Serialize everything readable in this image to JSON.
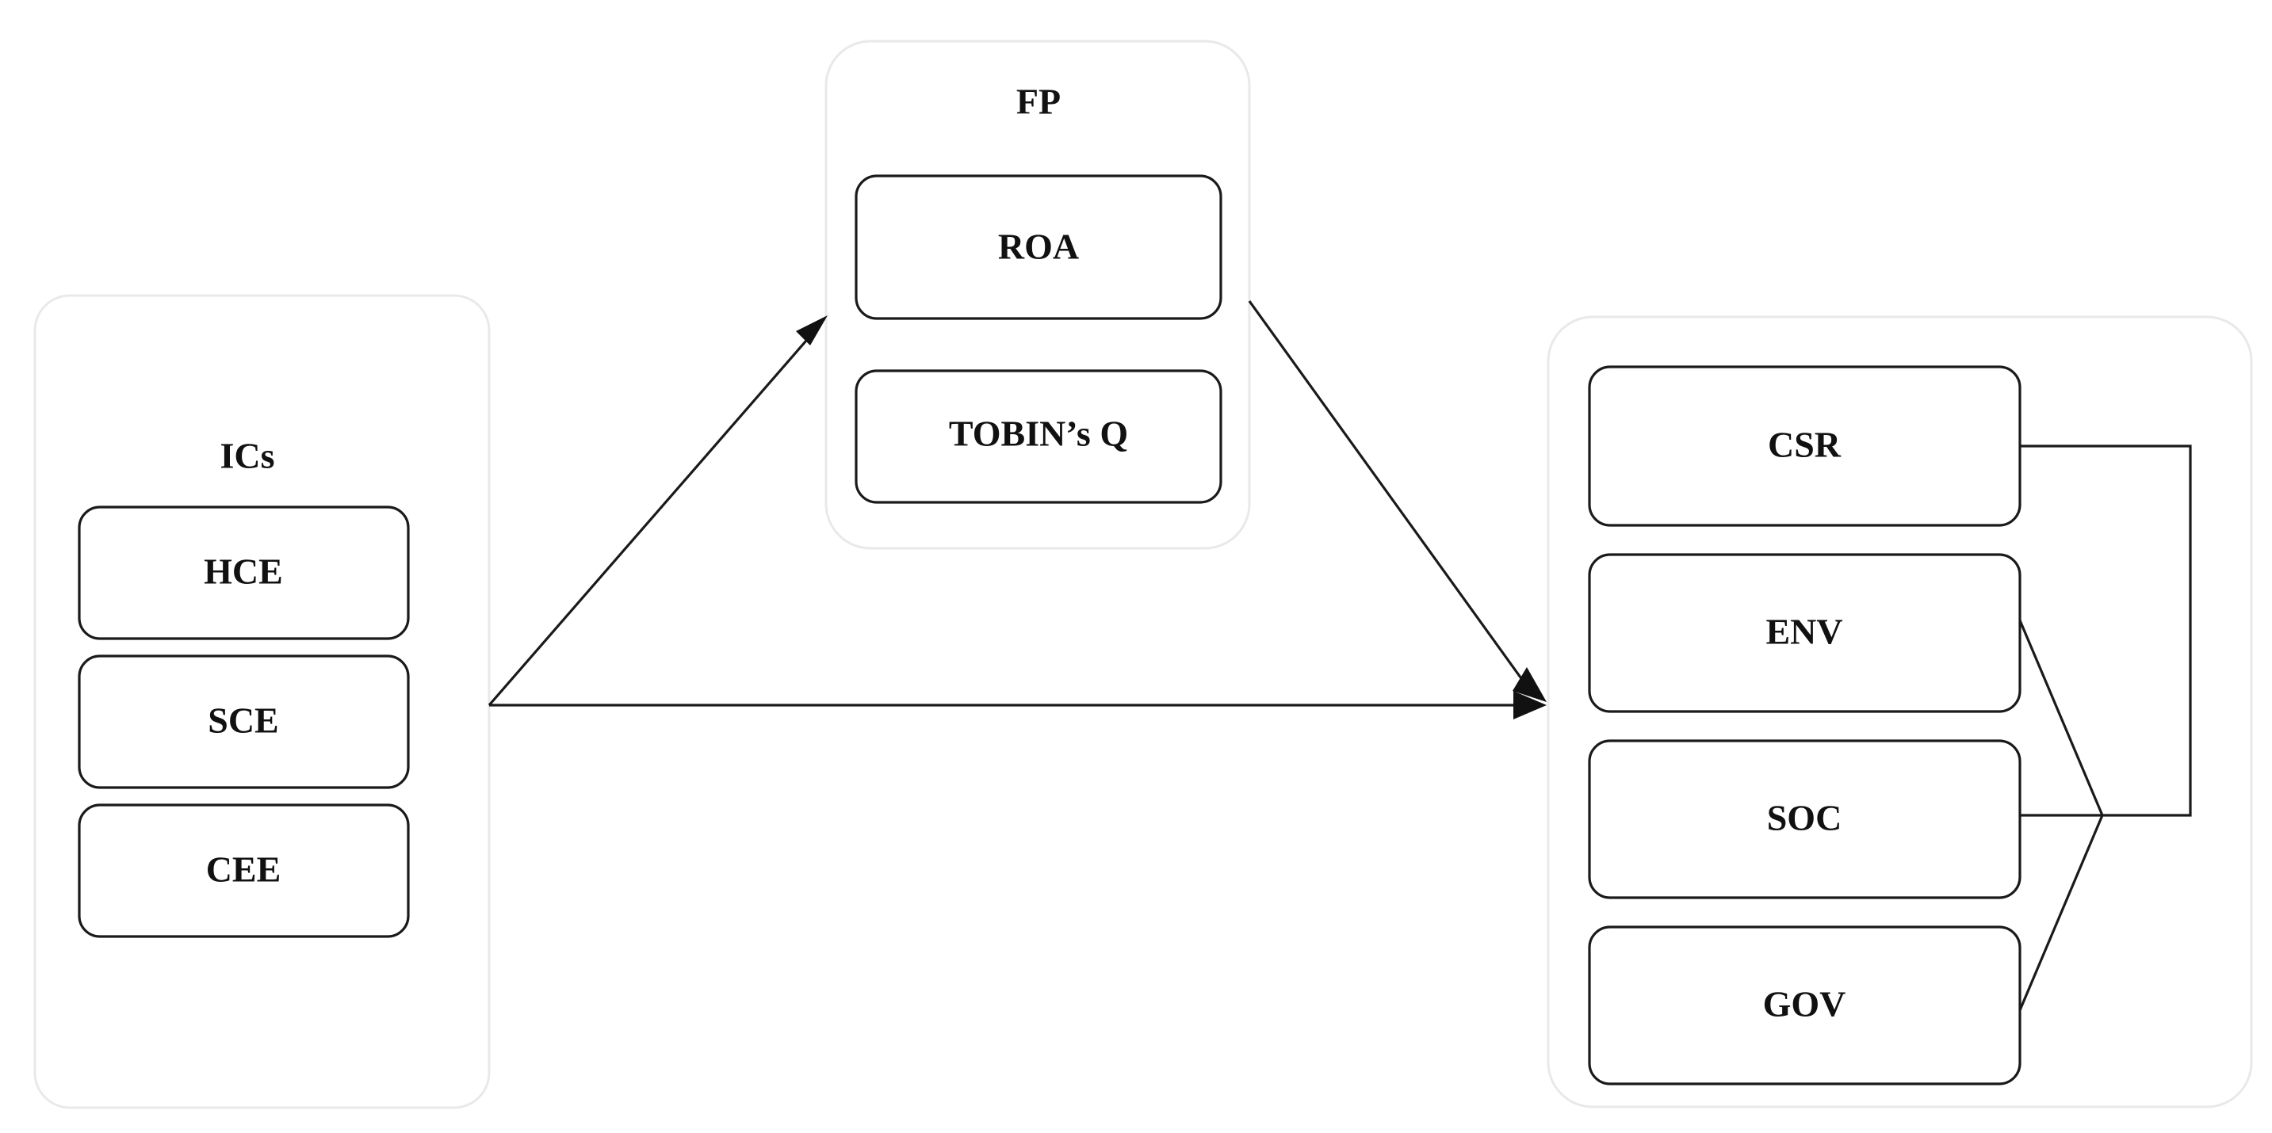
{
  "diagram": {
    "type": "conceptual-framework",
    "background_color": "#ffffff",
    "box_border_color": "#1a1a1a",
    "group_border_color": "#e9e9e9",
    "text_color": "#111111",
    "groups": [
      {
        "id": "ics",
        "title": "ICs",
        "has_title": true,
        "nodes": [
          {
            "id": "hce",
            "label": "HCE"
          },
          {
            "id": "sce",
            "label": "SCE"
          },
          {
            "id": "cee",
            "label": "CEE"
          }
        ]
      },
      {
        "id": "fp",
        "title": "FP",
        "has_title": true,
        "nodes": [
          {
            "id": "roa",
            "label": "ROA"
          },
          {
            "id": "tobinsq",
            "label": "TOBIN’s Q"
          }
        ]
      },
      {
        "id": "csr",
        "title": "",
        "has_title": false,
        "nodes": [
          {
            "id": "csr",
            "label": "CSR"
          },
          {
            "id": "env",
            "label": "ENV"
          },
          {
            "id": "soc",
            "label": "SOC"
          },
          {
            "id": "gov",
            "label": "GOV"
          }
        ]
      }
    ],
    "edges": [
      {
        "id": "ics-to-fp",
        "from": "ics",
        "to": "fp",
        "arrow": true
      },
      {
        "id": "ics-to-csr",
        "from": "ics",
        "to": "csr",
        "arrow": true
      },
      {
        "id": "fp-to-csr",
        "from": "fp",
        "to": "csr",
        "arrow": true
      },
      {
        "id": "csr-composite-bracket",
        "from": "csr-items",
        "to": "csr-junction",
        "arrow": false
      }
    ]
  }
}
